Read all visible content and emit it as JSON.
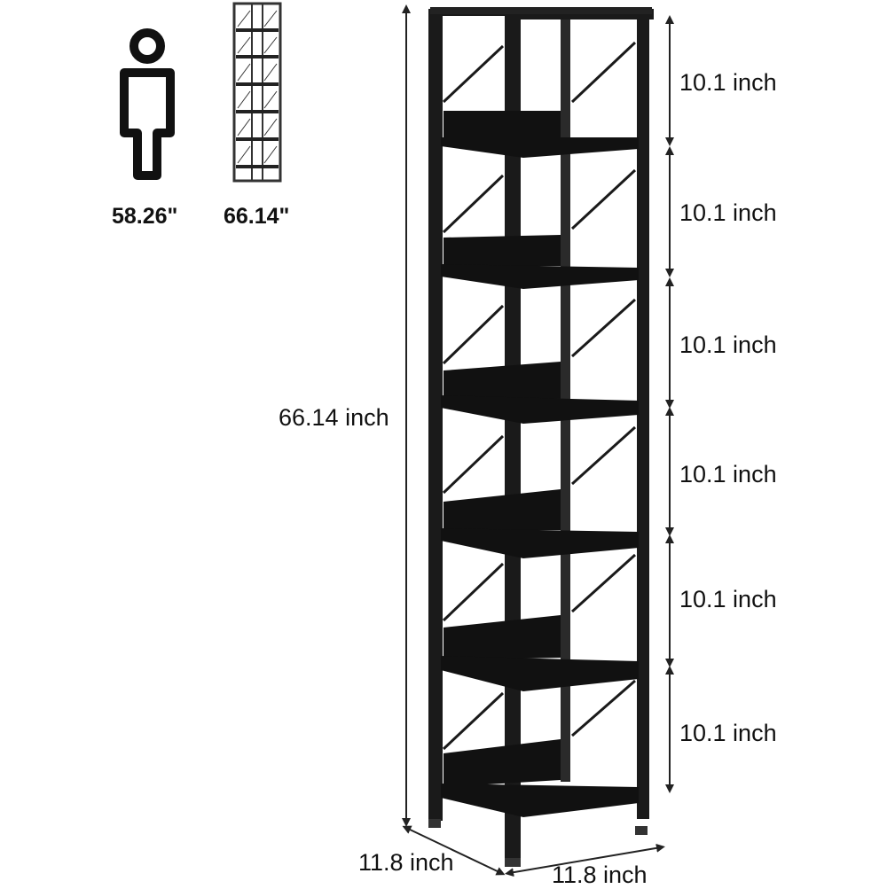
{
  "comparison": {
    "person_height": "58.26\"",
    "shelf_height": "66.14\"",
    "person_icon": "person-silhouette-icon",
    "mini_shelf_icon": "mini-bookshelf-icon"
  },
  "dimensions": {
    "total_height": "66.14 inch",
    "shelf_gaps": [
      "10.1 inch",
      "10.1 inch",
      "10.1 inch",
      "10.1 inch",
      "10.1 inch",
      "10.1 inch"
    ],
    "depth": "11.8 inch",
    "width": "11.8 inch"
  },
  "colors": {
    "frame": "#1a1a1a",
    "shelf": "#111111",
    "dimension_line": "#222222"
  }
}
